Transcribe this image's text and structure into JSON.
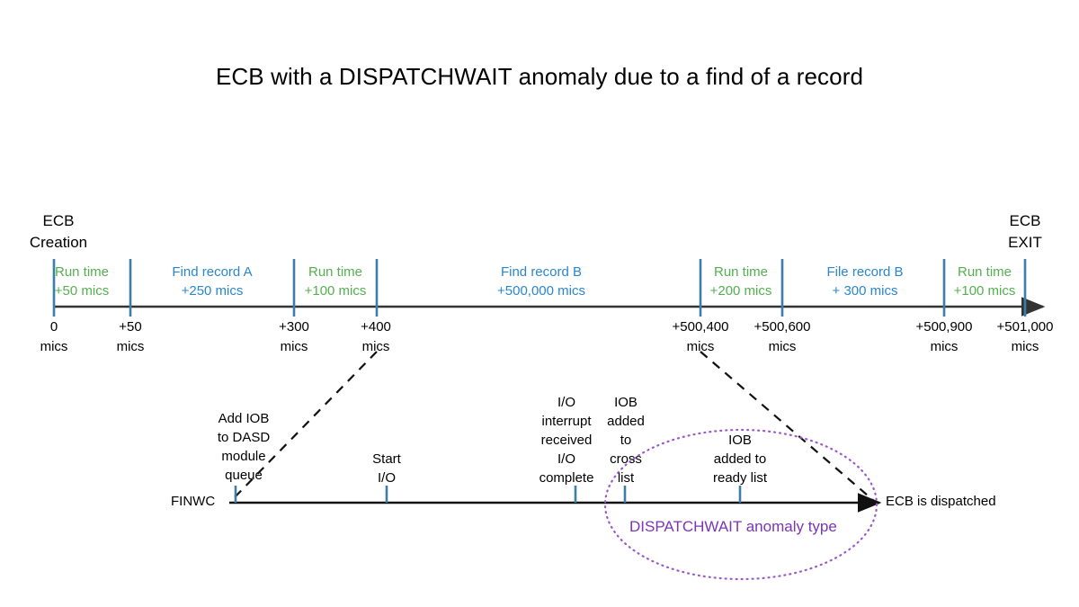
{
  "title": "ECB with a DISPATCHWAIT anomaly due to a find of a record",
  "colors": {
    "green": "#54b04f",
    "blue": "#2a86d0",
    "tick": "#3d7ea6",
    "axis": "#333333",
    "purple": "#7b35b5",
    "text": "#000000"
  },
  "endpoints": {
    "start_line1": "ECB",
    "start_line2": "Creation",
    "end_line1": "ECB",
    "end_line2": "EXIT"
  },
  "main_timeline": {
    "segments": [
      {
        "label": "Run time",
        "value": "+50 mics",
        "color": "green"
      },
      {
        "label": "Find record A",
        "value": "+250 mics",
        "color": "blue"
      },
      {
        "label": "Run time",
        "value": "+100 mics",
        "color": "green"
      },
      {
        "label": "Find record B",
        "value": "+500,000 mics",
        "color": "blue"
      },
      {
        "label": "Run time",
        "value": "+200 mics",
        "color": "green"
      },
      {
        "label": "File record B",
        "value": "+ 300 mics",
        "color": "blue"
      },
      {
        "label": "Run time",
        "value": "+100 mics",
        "color": "green"
      }
    ],
    "ticks": [
      {
        "value": "0",
        "unit": "mics"
      },
      {
        "value": "+50",
        "unit": "mics"
      },
      {
        "value": "+300",
        "unit": "mics"
      },
      {
        "value": "+400",
        "unit": "mics"
      },
      {
        "value": "+500,400",
        "unit": "mics"
      },
      {
        "value": "+500,600",
        "unit": "mics"
      },
      {
        "value": "+500,900",
        "unit": "mics"
      },
      {
        "value": "+501,000",
        "unit": "mics"
      }
    ]
  },
  "detail_timeline": {
    "start_label": "FINWC",
    "end_label": "ECB is dispatched",
    "events": [
      {
        "lines": [
          "Add IOB",
          "to DASD",
          "module",
          "queue"
        ]
      },
      {
        "lines": [
          "Start",
          "I/O"
        ]
      },
      {
        "lines": [
          "I/O",
          "interrupt",
          "received",
          "I/O",
          "complete"
        ]
      },
      {
        "lines": [
          "IOB",
          "added",
          "to",
          "cross",
          "list"
        ]
      },
      {
        "lines": [
          "IOB",
          "added to",
          "ready list"
        ]
      }
    ],
    "annotation": "DISPATCHWAIT anomaly type"
  }
}
